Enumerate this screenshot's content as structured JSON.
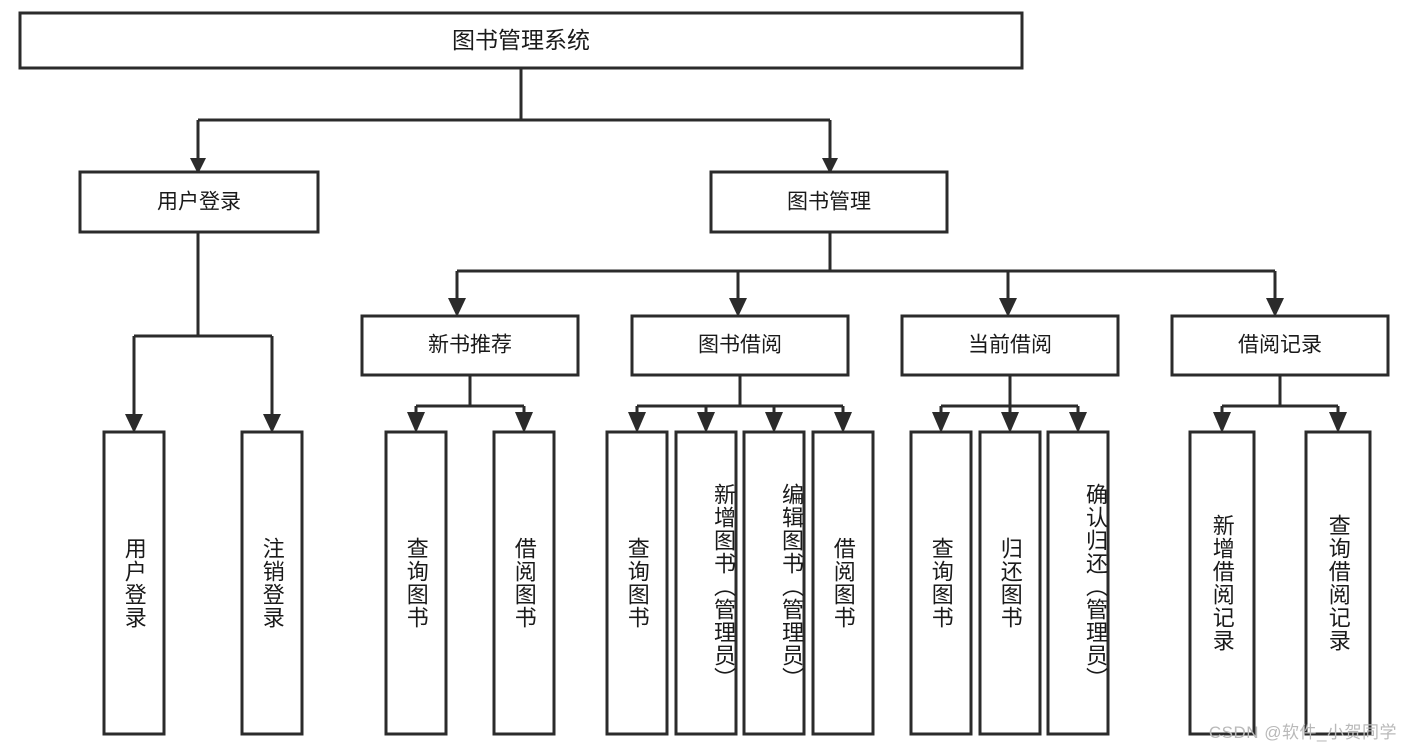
{
  "diagram": {
    "type": "hierarchy-tree",
    "title": "图书管理系统",
    "root": {
      "label": "图书管理系统"
    },
    "level1": [
      {
        "label": "用户登录"
      },
      {
        "label": "图书管理"
      }
    ],
    "level2": [
      {
        "label": "新书推荐",
        "parent": "图书管理"
      },
      {
        "label": "图书借阅",
        "parent": "图书管理"
      },
      {
        "label": "当前借阅",
        "parent": "图书管理"
      },
      {
        "label": "借阅记录",
        "parent": "图书管理"
      }
    ],
    "leaves": [
      {
        "label": "用户登录",
        "parent": "用户登录"
      },
      {
        "label": "注销登录",
        "parent": "用户登录"
      },
      {
        "label": "查询图书",
        "parent": "新书推荐"
      },
      {
        "label": "借阅图书",
        "parent": "新书推荐"
      },
      {
        "label": "查询图书",
        "parent": "图书借阅"
      },
      {
        "label": "新增图书（管理员）",
        "parent": "图书借阅"
      },
      {
        "label": "编辑图书（管理员）",
        "parent": "图书借阅"
      },
      {
        "label": "借阅图书",
        "parent": "图书借阅"
      },
      {
        "label": "查询图书",
        "parent": "当前借阅"
      },
      {
        "label": "归还图书",
        "parent": "当前借阅"
      },
      {
        "label": "确认归还（管理员）",
        "parent": "当前借阅"
      },
      {
        "label": "新增借阅记录",
        "parent": "借阅记录"
      },
      {
        "label": "查询借阅记录",
        "parent": "借阅记录"
      }
    ]
  },
  "watermark": {
    "text": "CSDN @软件_小贺同学"
  },
  "colors": {
    "stroke": "#2b2b2b",
    "fill": "#ffffff",
    "text": "#1a1a1a",
    "watermark": "#b9b9b9"
  }
}
